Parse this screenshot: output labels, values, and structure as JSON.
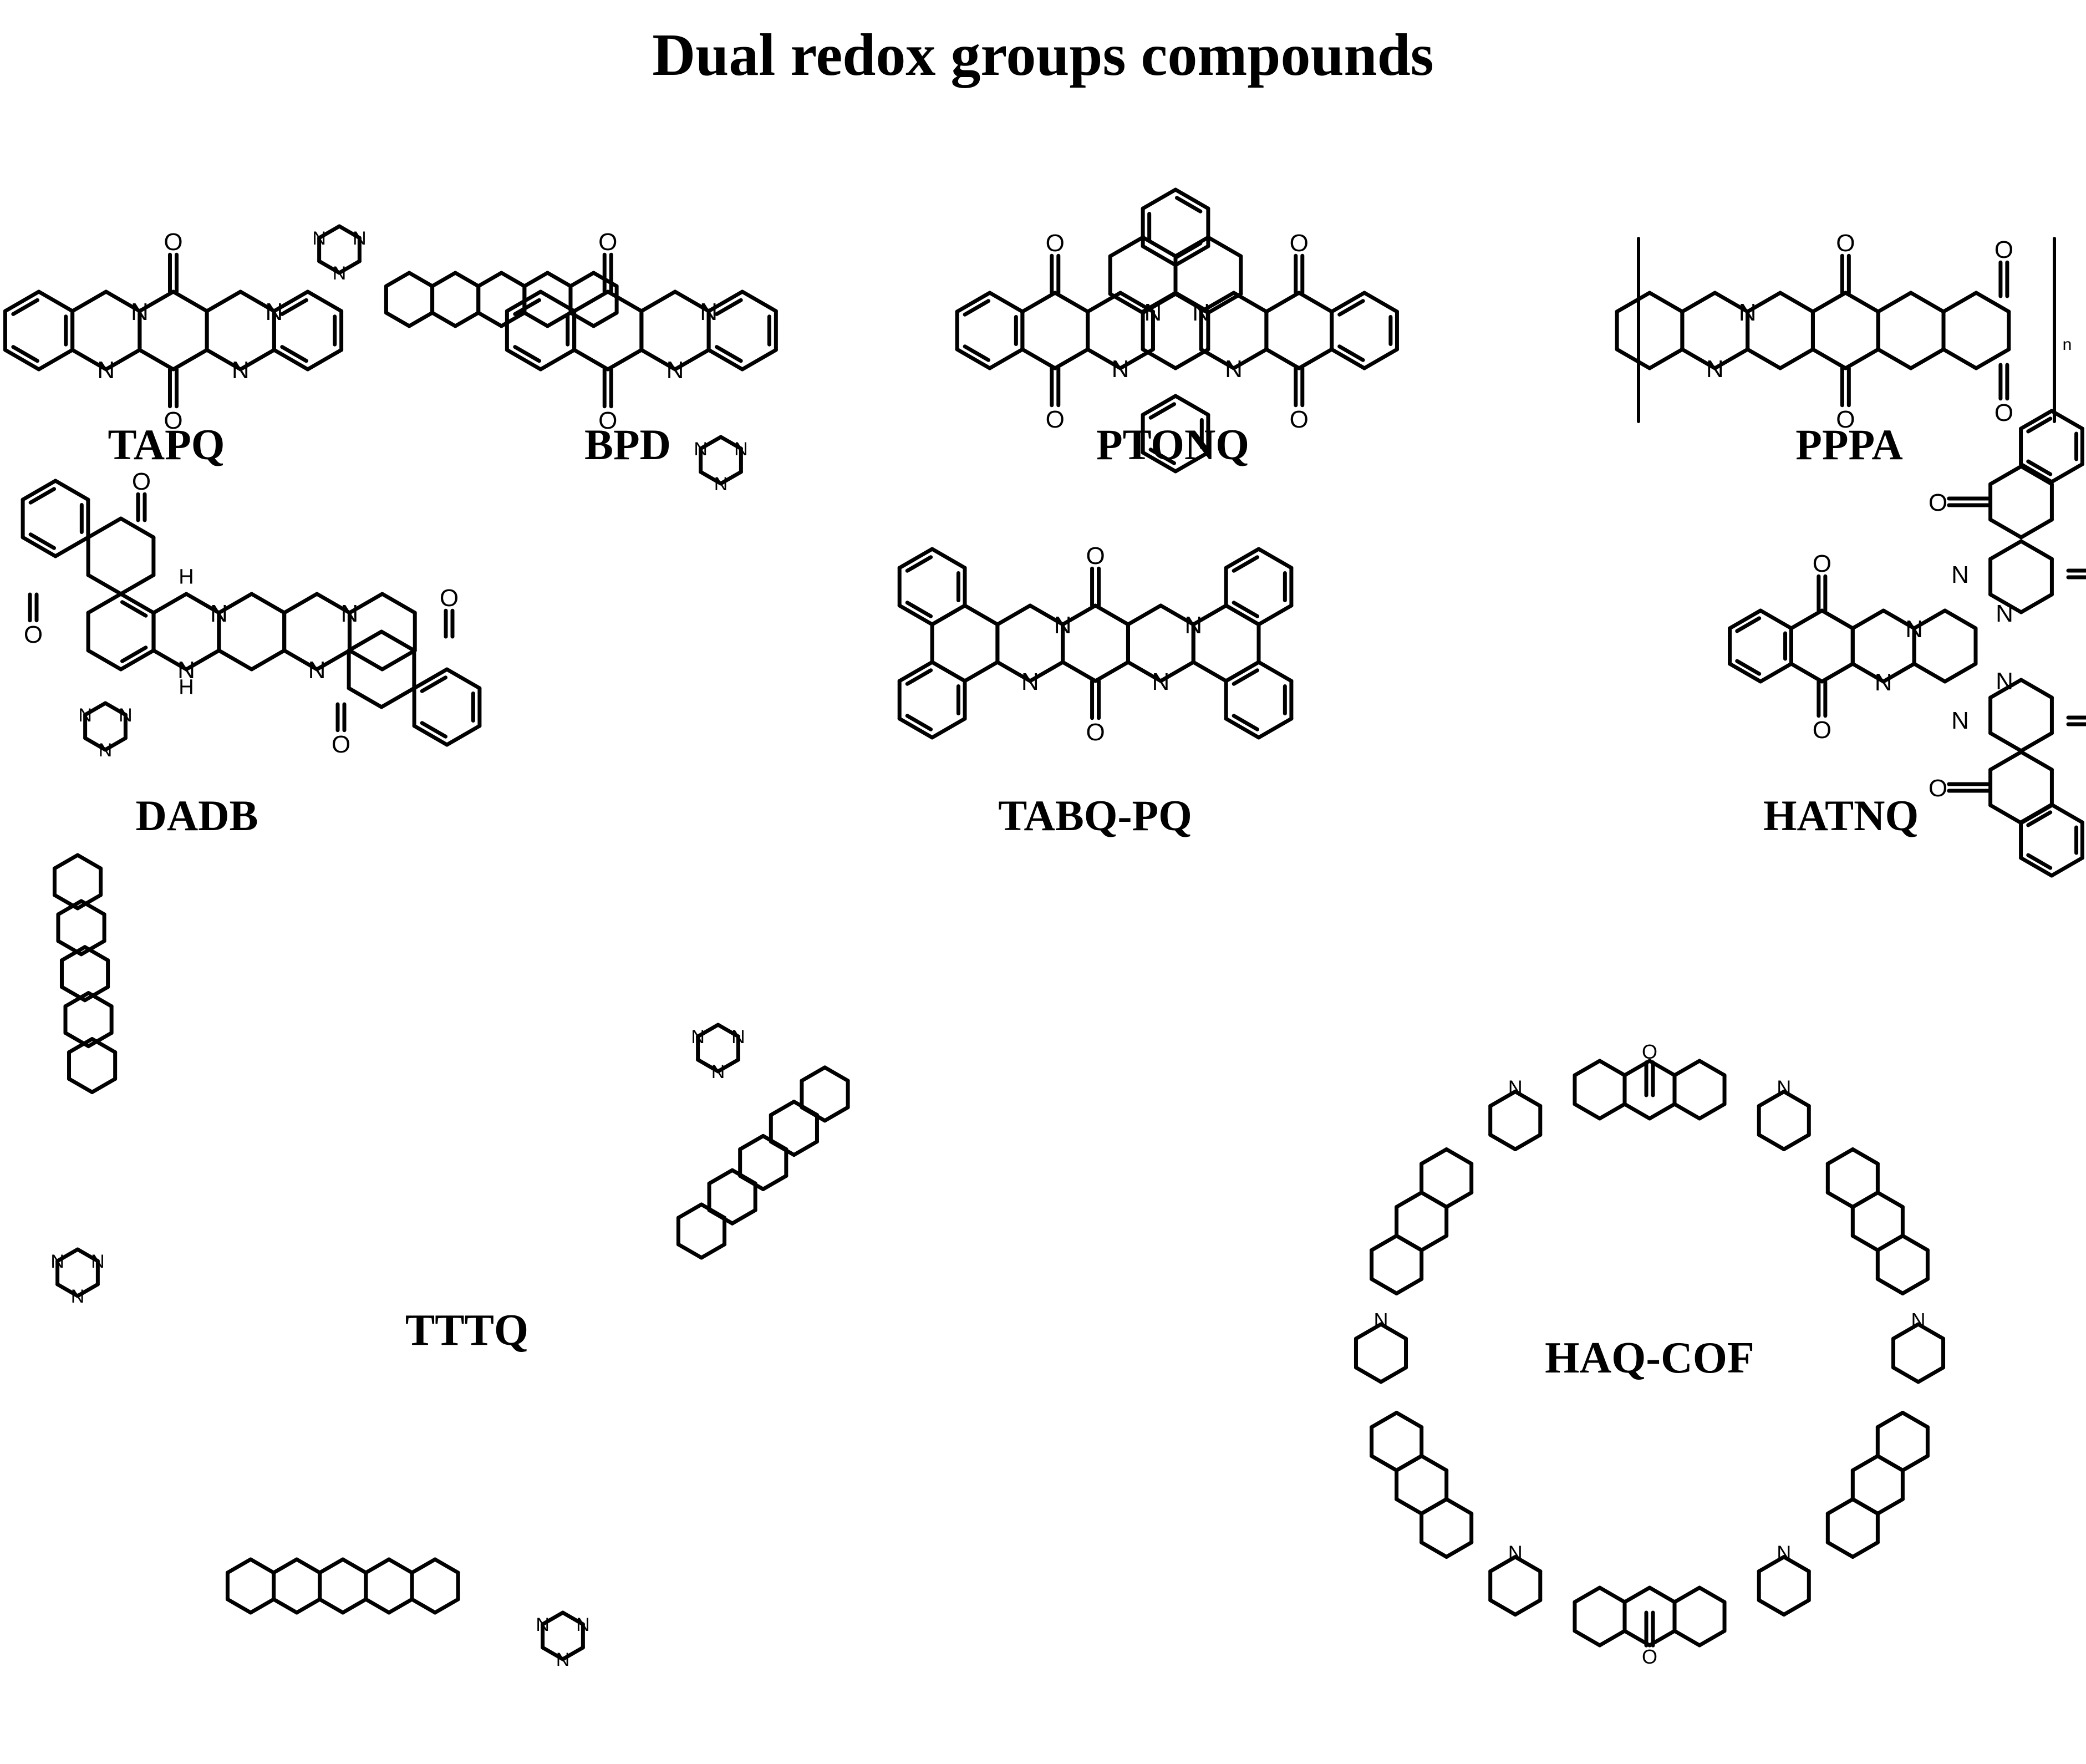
{
  "title": "Dual redox groups compounds",
  "atoms": {
    "nitrogen": "N",
    "oxygen": "O",
    "amine": "H",
    "repeat": "n"
  },
  "compounds": [
    {
      "key": "tapq",
      "label": "TAPQ"
    },
    {
      "key": "bpd",
      "label": "BPD"
    },
    {
      "key": "ptonq",
      "label": "PTONQ"
    },
    {
      "key": "pppa",
      "label": "PPPA"
    },
    {
      "key": "dadb",
      "label": "DADB"
    },
    {
      "key": "tabqpq",
      "label": "TABQ-PQ"
    },
    {
      "key": "hatnq",
      "label": "HATNQ"
    },
    {
      "key": "tttq",
      "label": "TTTQ"
    },
    {
      "key": "haqcof",
      "label": "HAQ-COF"
    }
  ],
  "colors": {
    "background": "#ffffff",
    "ink": "#000000"
  }
}
